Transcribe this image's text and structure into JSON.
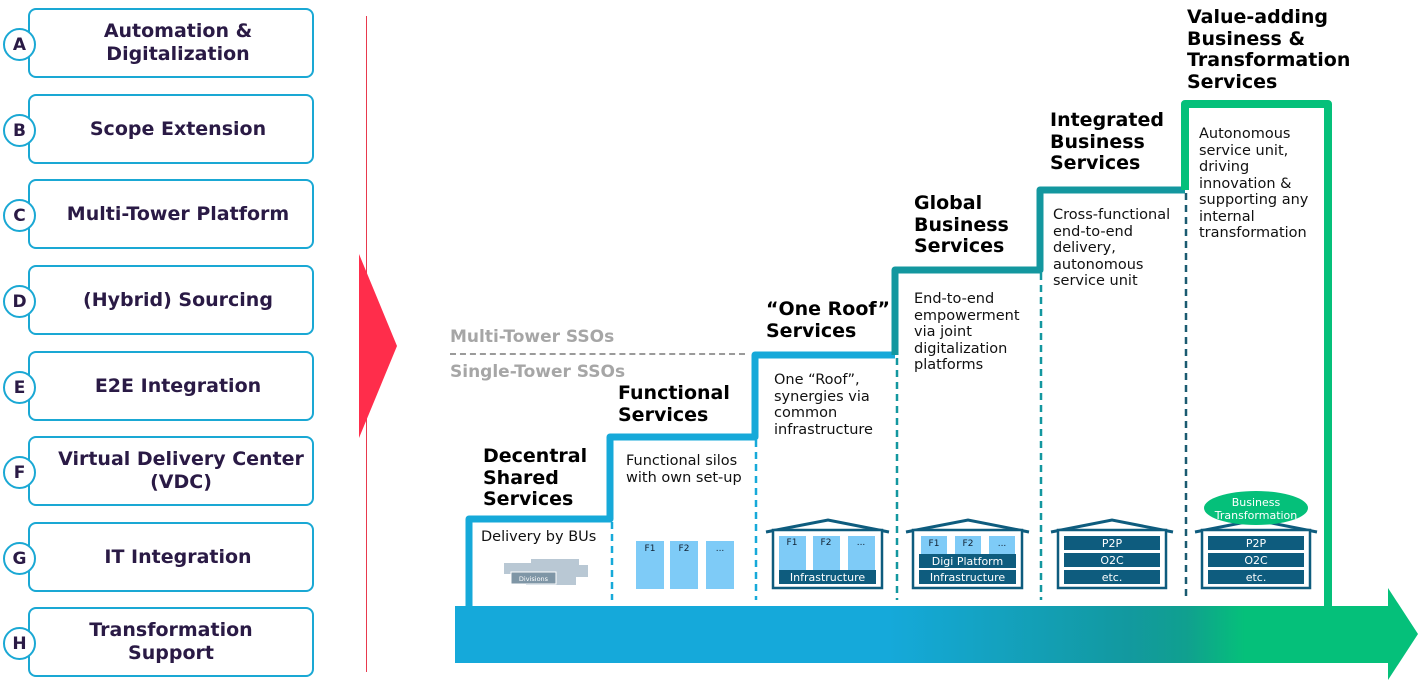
{
  "levers": [
    {
      "letter": "A",
      "label": "Automation & Digitalization"
    },
    {
      "letter": "B",
      "label": "Scope Extension"
    },
    {
      "letter": "C",
      "label": "Multi-Tower Platform"
    },
    {
      "letter": "D",
      "label": "(Hybrid) Sourcing"
    },
    {
      "letter": "E",
      "label": "E2E Integration"
    },
    {
      "letter": "F",
      "label": "Virtual Delivery Center (VDC)"
    },
    {
      "letter": "G",
      "label": "IT Integration"
    },
    {
      "letter": "H",
      "label": "Transformation Support"
    }
  ],
  "sso_labels": {
    "multi": "Multi-Tower SSOs",
    "single": "Single-Tower SSOs"
  },
  "stages": [
    {
      "title": "Decentral Shared Services",
      "description": "Delivery by BUs",
      "illustration": {
        "type": "divisions",
        "label": "Divisions"
      }
    },
    {
      "title": "Functional Services",
      "description": "Functional silos with own set-up",
      "illustration": {
        "type": "silos",
        "columns": [
          "F1",
          "F2",
          "..."
        ]
      }
    },
    {
      "title": "“One Roof” Services",
      "description": "One “Roof”, synergies via common infrastructure",
      "illustration": {
        "type": "house",
        "columns": [
          "F1",
          "F2",
          "..."
        ],
        "layers": [
          "Infrastructure"
        ]
      }
    },
    {
      "title": "Global Business Services",
      "description": "End-to-end empowerment via joint digitalization platforms",
      "illustration": {
        "type": "house",
        "columns": [
          "F1",
          "F2",
          "..."
        ],
        "layers": [
          "Digi Platform",
          "Infrastructure"
        ]
      }
    },
    {
      "title": "Integrated Business Services",
      "description": "Cross-functional end-to-end delivery, autonomous service unit",
      "illustration": {
        "type": "house",
        "layers": [
          "P2P",
          "O2C",
          "etc."
        ]
      }
    },
    {
      "title": "Value-adding Business & Transformation Services",
      "description": "Autonomous service unit, driving innovation & supporting any internal transformation",
      "illustration": {
        "type": "house",
        "layers": [
          "P2P",
          "O2C",
          "etc."
        ],
        "badge": "Business Transformation"
      }
    }
  ],
  "colors": {
    "lever_border": "#1aa8d4",
    "lever_text": "#2a1a45",
    "red_accent": "#ff2d4b",
    "step_blue": "#16a9d9",
    "step_teal": "#13979f",
    "step_green": "#05c07a",
    "house_dark": "#0e5c7e",
    "silo_light": "#7ecbf7"
  }
}
